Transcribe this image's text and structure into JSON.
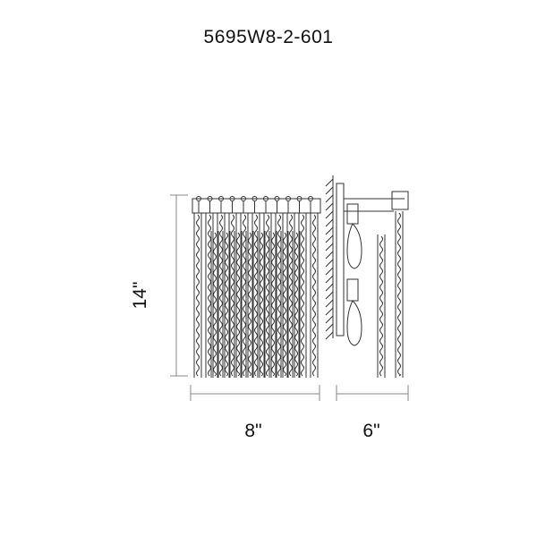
{
  "title": "5695W8-2-601",
  "dimensions": {
    "height": "14\"",
    "width": "8\"",
    "depth": "6\""
  },
  "colors": {
    "line": "#333333",
    "dim_line": "#888888"
  }
}
